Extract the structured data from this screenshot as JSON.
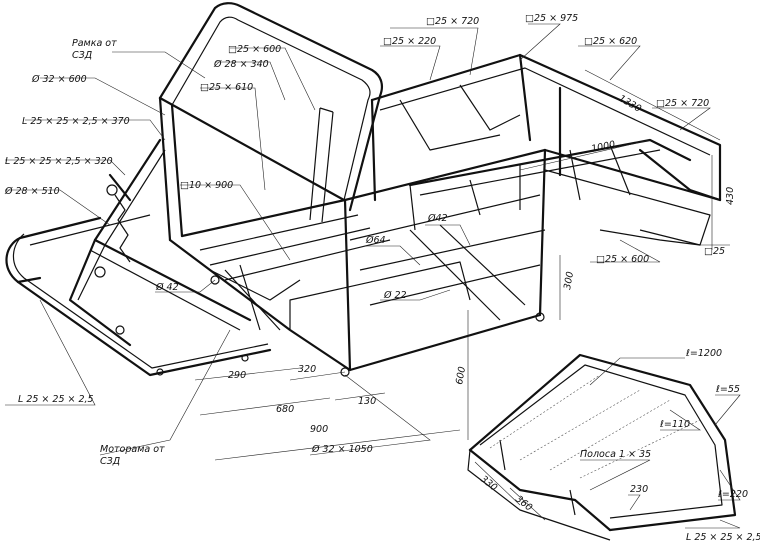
{
  "title": "",
  "labels": {
    "ramka_ot_szd": "Рамка от",
    "ramka_ot_szd_2": "СЗД",
    "d32x600": "Ø 32 × 600",
    "l25_370": "L 25 × 25 × 2,5 × 370",
    "l25_320": "L 25 × 25 × 2,5 × 320",
    "d28x510": "Ø 28 × 510",
    "sq25x600_a": "□25 × 600",
    "d28x340": "Ø 28 × 340",
    "sq25x610": "□25 × 610",
    "sq10x900": "□10 × 900",
    "sq25x720_top": "□25 × 720",
    "sq25x220": "□25 × 220",
    "sq25x975": "□25 × 975",
    "sq25x620": "□25 × 620",
    "dim1330": "1330",
    "sq25x720_right": "□25 × 720",
    "dim1000": "1000",
    "dim430": "430",
    "sq25": "□25",
    "sq25x600_b": "□25 × 600",
    "d42_a": "Ø42",
    "d64": "Ø64",
    "d42_b": "Ø 42",
    "d22": "Ø 22",
    "dim300": "300",
    "dim290": "290",
    "dim320": "320",
    "dim680": "680",
    "dim130": "130",
    "dim600": "600",
    "dim900": "900",
    "l25_bottom": "L 25 × 25 × 2,5",
    "motorama": "Моторама от",
    "motorama_2": "СЗД",
    "d32x1050": "Ø 32 × 1050",
    "l1200": "ℓ=1200",
    "l55": "ℓ=55",
    "l110": "ℓ=110",
    "l220": "ℓ=220",
    "polosa": "Полоса 1 × 35",
    "dim230": "230",
    "dim330": "330",
    "dim360": "360",
    "l25_tray": "L 25 × 25 × 2,5"
  }
}
